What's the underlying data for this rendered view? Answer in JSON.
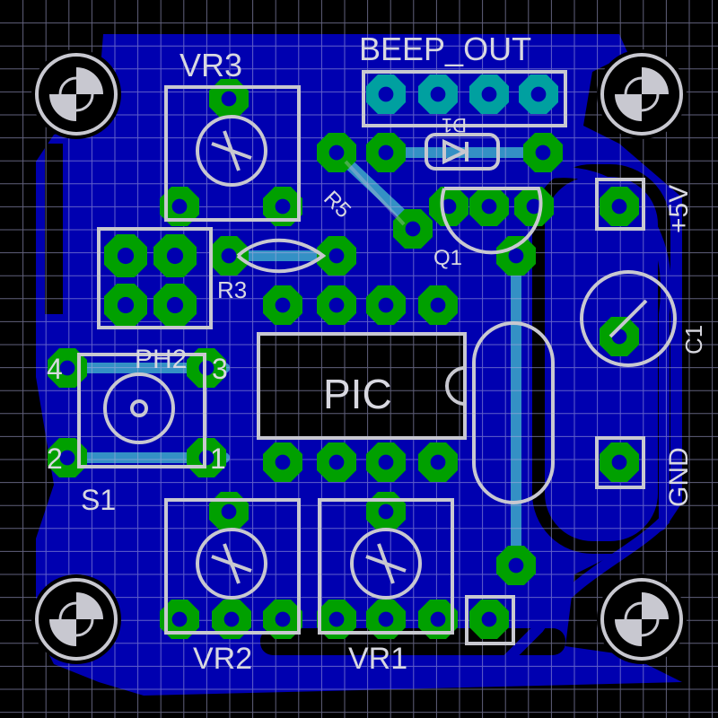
{
  "view": {
    "type": "PCB layout",
    "colors": {
      "background": "#000000",
      "copper_pour": "#0000b0",
      "pads": "#00a000",
      "silkscreen": "#c8c8d0",
      "grid": "#b0b0e0"
    }
  },
  "labels": {
    "vr3": "VR3",
    "beep_out": "BEEP_OUT",
    "d1": "D1",
    "r5": "R5",
    "q1": "Q1",
    "r3": "R3",
    "pic": "PIC",
    "ph2": "PH2",
    "s1": "S1",
    "pin4": "4",
    "pin3": "3",
    "pin2": "2",
    "pin1": "1",
    "plus5v": "+5V",
    "c1": "C1",
    "gnd": "GND",
    "vr2": "VR2",
    "vr1": "VR1"
  }
}
